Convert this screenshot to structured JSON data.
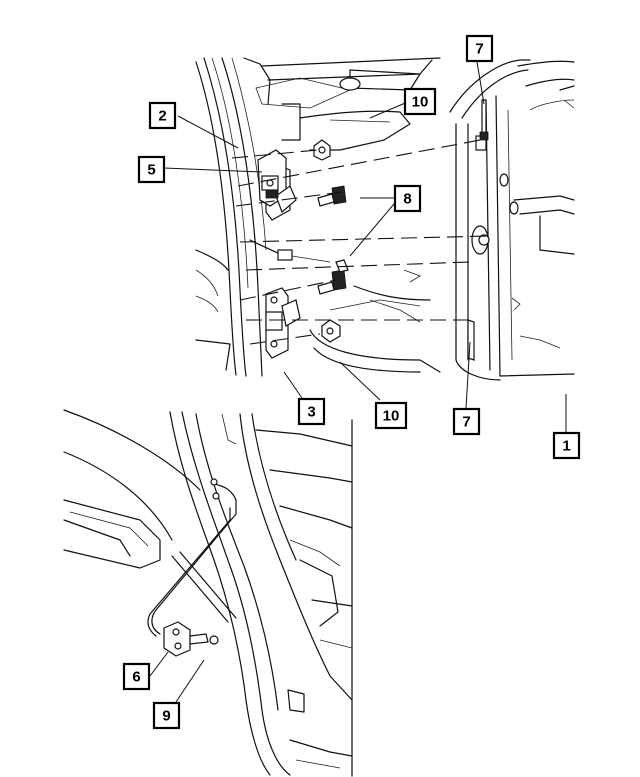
{
  "callouts": {
    "c1": "1",
    "c2": "2",
    "c3": "3",
    "c5": "5",
    "c6": "6",
    "c7a": "7",
    "c7b": "7",
    "c8": "8",
    "c9": "9",
    "c10a": "10",
    "c10b": "10"
  }
}
